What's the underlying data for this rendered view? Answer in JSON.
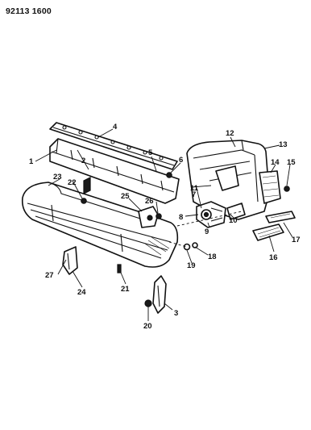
{
  "header": {
    "code": "92113 1600"
  },
  "callouts": [
    {
      "id": "c1",
      "label": "1"
    },
    {
      "id": "c2",
      "label": "2"
    },
    {
      "id": "c3",
      "label": "3"
    },
    {
      "id": "c4",
      "label": "4"
    },
    {
      "id": "c5",
      "label": "5"
    },
    {
      "id": "c6",
      "label": "6"
    },
    {
      "id": "c7",
      "label": "7"
    },
    {
      "id": "c8",
      "label": "8"
    },
    {
      "id": "c9",
      "label": "9"
    },
    {
      "id": "c10",
      "label": "10"
    },
    {
      "id": "c11",
      "label": "11"
    },
    {
      "id": "c12",
      "label": "12"
    },
    {
      "id": "c13",
      "label": "13"
    },
    {
      "id": "c14",
      "label": "14"
    },
    {
      "id": "c15",
      "label": "15"
    },
    {
      "id": "c16",
      "label": "16"
    },
    {
      "id": "c17",
      "label": "17"
    },
    {
      "id": "c18",
      "label": "18"
    },
    {
      "id": "c19",
      "label": "19"
    },
    {
      "id": "c20",
      "label": "20"
    },
    {
      "id": "c21",
      "label": "21"
    },
    {
      "id": "c22",
      "label": "22"
    },
    {
      "id": "c23",
      "label": "23"
    },
    {
      "id": "c24",
      "label": "24"
    },
    {
      "id": "c25",
      "label": "25"
    },
    {
      "id": "c26",
      "label": "26"
    },
    {
      "id": "c27",
      "label": "27"
    }
  ]
}
